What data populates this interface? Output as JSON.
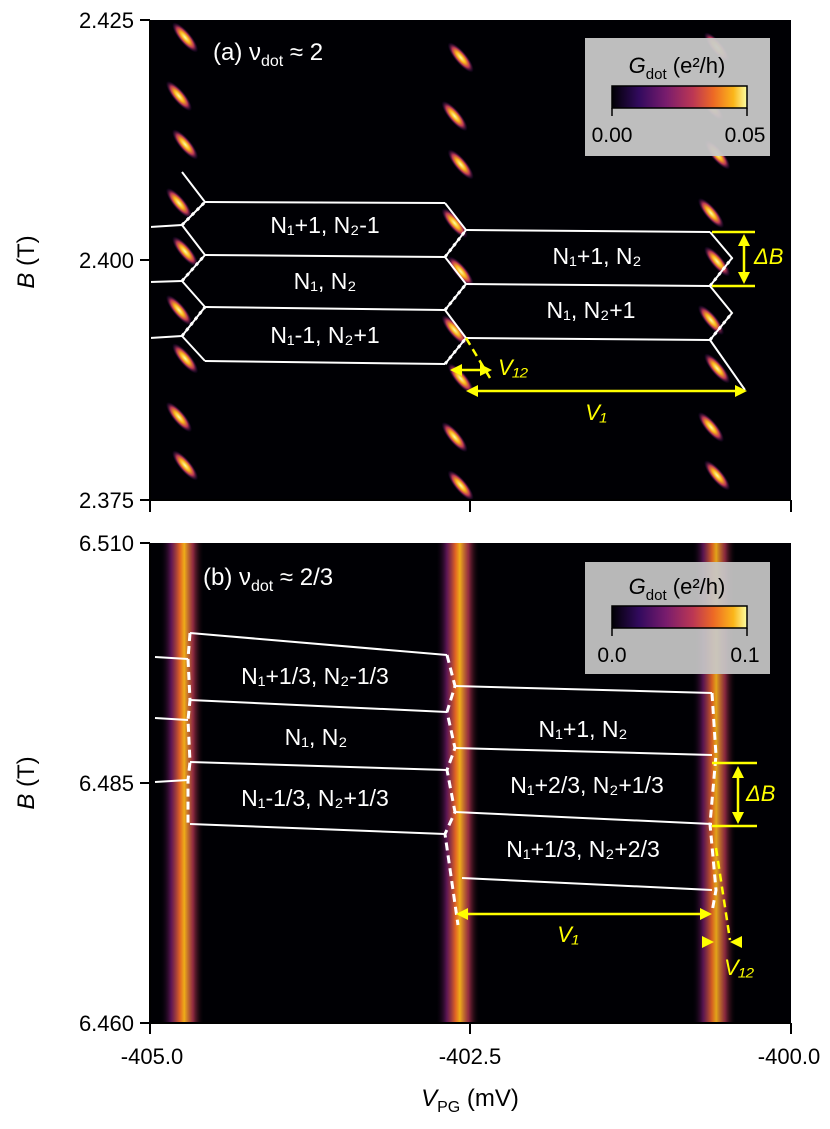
{
  "chart_data": [
    {
      "type": "heatmap",
      "panel_label": "(a) ν",
      "panel_label_sub": "dot",
      "panel_label_rest": " ≈ 2",
      "xlabel": "",
      "ylabel": "B (T)",
      "xlim": [
        -405.0,
        -400.0
      ],
      "ylim": [
        2.375,
        2.425
      ],
      "yticks": [
        "2.425",
        "2.400",
        "2.375"
      ],
      "colorbar": {
        "title": "G",
        "title_sub": "dot",
        "title_unit": " (e²/h)",
        "ticks": [
          "0.00",
          "0.05"
        ],
        "range": [
          0.0,
          0.05
        ],
        "colormap": "inferno"
      },
      "resonance_lines_x": [
        -404.75,
        -402.6,
        -400.6
      ],
      "regions": [
        {
          "text": "N₁+1, N₂-1"
        },
        {
          "text": "N₁, N₂"
        },
        {
          "text": "N₁-1, N₂+1"
        },
        {
          "text": "N₁+1, N₂"
        },
        {
          "text": "N₁, N₂+1"
        }
      ],
      "annotations": {
        "delta_b": "ΔB",
        "v12": "V₁₂",
        "v1": "V₁"
      }
    },
    {
      "type": "heatmap",
      "panel_label": "(b) ν",
      "panel_label_sub": "dot",
      "panel_label_rest": " ≈ 2/3",
      "xlabel": "V_PG (mV)",
      "ylabel": "B (T)",
      "xlim": [
        -405.0,
        -400.0
      ],
      "ylim": [
        6.46,
        6.51
      ],
      "yticks": [
        "6.510",
        "6.485",
        "6.460"
      ],
      "xticks": [
        "-405.0",
        "-402.5",
        "-400.0"
      ],
      "colorbar": {
        "title": "G",
        "title_sub": "dot",
        "title_unit": " (e²/h)",
        "ticks": [
          "0.0",
          "0.1"
        ],
        "range": [
          0.0,
          0.1
        ],
        "colormap": "inferno"
      },
      "resonance_lines_x": [
        -404.75,
        -402.6,
        -400.6
      ],
      "regions": [
        {
          "text": "N₁+1/3, N₂-1/3"
        },
        {
          "text": "N₁, N₂"
        },
        {
          "text": "N₁-1/3, N₂+1/3"
        },
        {
          "text": "N₁+1, N₂"
        },
        {
          "text": "N₁+2/3, N₂+1/3"
        },
        {
          "text": "N₁+1/3, N₂+2/3"
        }
      ],
      "annotations": {
        "delta_b": "ΔB",
        "v12": "V₁₂",
        "v1": "V₁"
      }
    }
  ],
  "axis_labels": {
    "x_main": "V",
    "x_sub": "PG",
    "x_unit": " (mV)",
    "y_a": "B (T)",
    "y_b": "B (T)"
  }
}
